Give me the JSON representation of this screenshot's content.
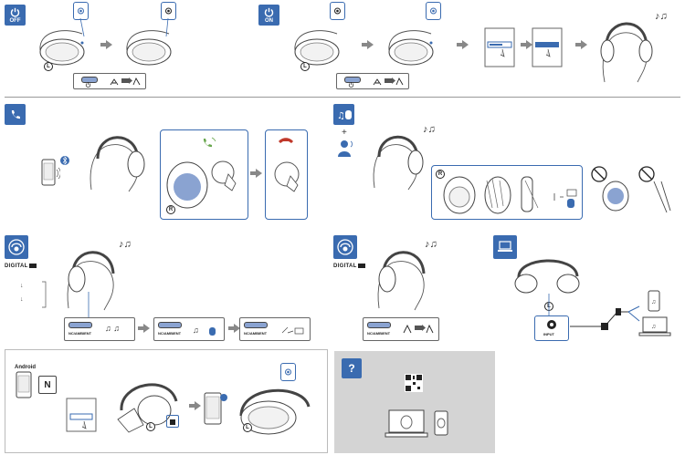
{
  "power": {
    "off_label": "OFF",
    "on_label": "ON"
  },
  "markers": {
    "left": "L",
    "right": "R"
  },
  "modes": {
    "nc_ambient": "NC/AMBIENT"
  },
  "digital": {
    "label": "DIGITAL"
  },
  "connections": {
    "input_label": "INPUT"
  },
  "nfc": {
    "android_label": "Android",
    "nfc_mark": "N"
  },
  "help": {
    "question_mark": "?"
  },
  "colors": {
    "accent": "#3a6bb0",
    "button_fill": "#8aa3d1",
    "answer_green": "#6aa84f",
    "end_red": "#c0392b",
    "help_bg": "#d4d4d4"
  }
}
